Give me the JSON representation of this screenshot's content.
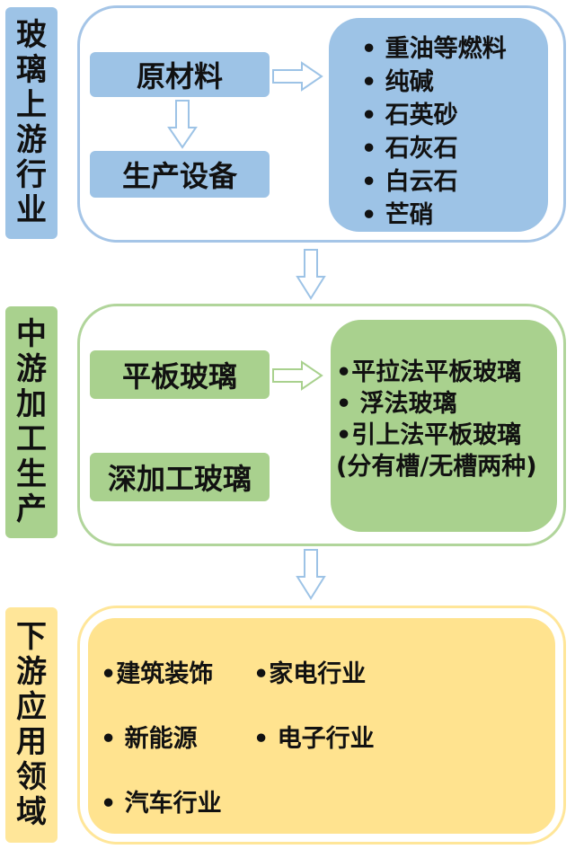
{
  "colors": {
    "upstream_label": "#9dc3e6",
    "upstream_panel_border": "#a5c5e7",
    "upstream_box": "#9dc3e6",
    "midstream_label": "#a9d18e",
    "midstream_panel_border": "#b1d59b",
    "midstream_box": "#a9d18e",
    "downstream_label": "#ffe699",
    "downstream_panel_border": "#ffe699",
    "downstream_box": "#ffe38f"
  },
  "upstream": {
    "label": [
      "玻",
      "璃",
      "上",
      "游",
      "行",
      "业"
    ],
    "raw_materials": "原材料",
    "equipment": "生产设备",
    "items": [
      "• 重油等燃料",
      "• 纯碱",
      "• 石英砂",
      "• 石灰石",
      "• 白云石",
      "• 芒硝"
    ]
  },
  "midstream": {
    "label": [
      "中",
      "游",
      "加",
      "工",
      "生",
      "产"
    ],
    "flat_glass": "平板玻璃",
    "deep_processed": "深加工玻璃",
    "items": [
      "•平拉法平板玻璃",
      "• 浮法玻璃",
      "•引上法平板玻璃",
      "(分有槽/无槽两种)"
    ]
  },
  "downstream": {
    "label": [
      "下",
      "游",
      "应",
      "用",
      "领",
      "域"
    ],
    "items": [
      "•建筑装饰",
      "•家电行业",
      "• 新能源",
      "• 电子行业",
      "• 汽车行业"
    ]
  }
}
